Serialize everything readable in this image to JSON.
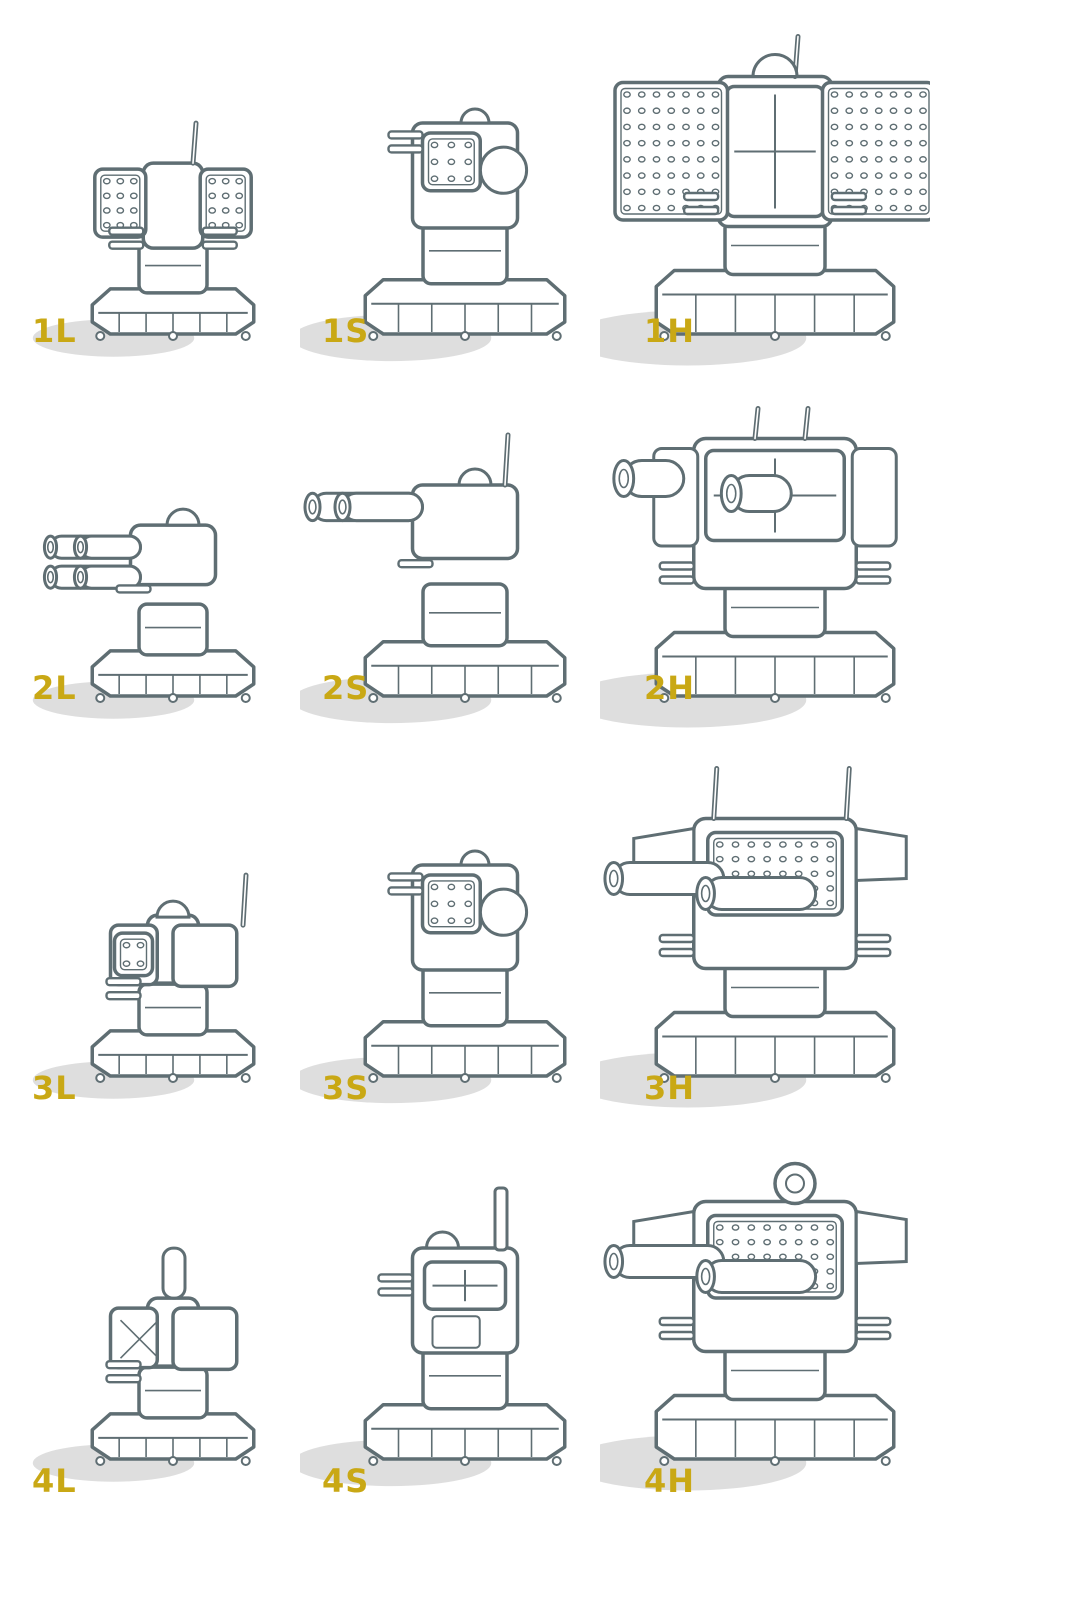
{
  "accent_color": "#c9a815",
  "stroke_color": "#5f6e73",
  "shadow_color": "#d6d6d6",
  "turrets": [
    {
      "label": "1L",
      "weapon": "rocket-pods",
      "scale": "light"
    },
    {
      "label": "1S",
      "weapon": "rocket-pods",
      "scale": "standard"
    },
    {
      "label": "1H",
      "weapon": "rocket-pods",
      "scale": "heavy"
    },
    {
      "label": "2L",
      "weapon": "multi-barrel",
      "scale": "light"
    },
    {
      "label": "2S",
      "weapon": "multi-barrel",
      "scale": "standard"
    },
    {
      "label": "2H",
      "weapon": "cannon",
      "scale": "heavy"
    },
    {
      "label": "3L",
      "weapon": "missile-box",
      "scale": "light"
    },
    {
      "label": "3S",
      "weapon": "rocket-pods",
      "scale": "standard"
    },
    {
      "label": "3H",
      "weapon": "long-cannon",
      "scale": "heavy"
    },
    {
      "label": "4L",
      "weapon": "missile-box",
      "scale": "light"
    },
    {
      "label": "4S",
      "weapon": "box-launcher",
      "scale": "standard"
    },
    {
      "label": "4H",
      "weapon": "long-cannon",
      "scale": "heavy"
    }
  ]
}
